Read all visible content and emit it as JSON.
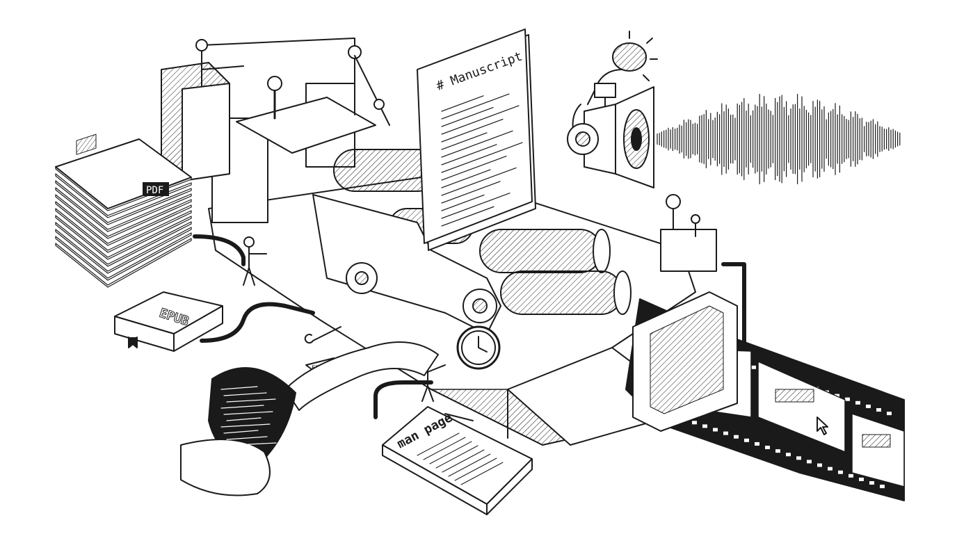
{
  "labels": {
    "manuscript": "# Manuscript",
    "pdf": "PDF",
    "epub": "EPUB",
    "epub_small": "EPUB",
    "man_page": "man page",
    "terminal_prompt": "> $"
  },
  "colors": {
    "ink": "#1a1a1a",
    "paper": "#ffffff",
    "shade": "#cfcfcf",
    "shade_dark": "#8a8a8a"
  },
  "icons": [
    "microphone-icon",
    "speaker-icon",
    "gear-icon",
    "gauge-icon",
    "clock-icon",
    "cursor-icon",
    "bookmark-icon",
    "wrench-icon"
  ]
}
